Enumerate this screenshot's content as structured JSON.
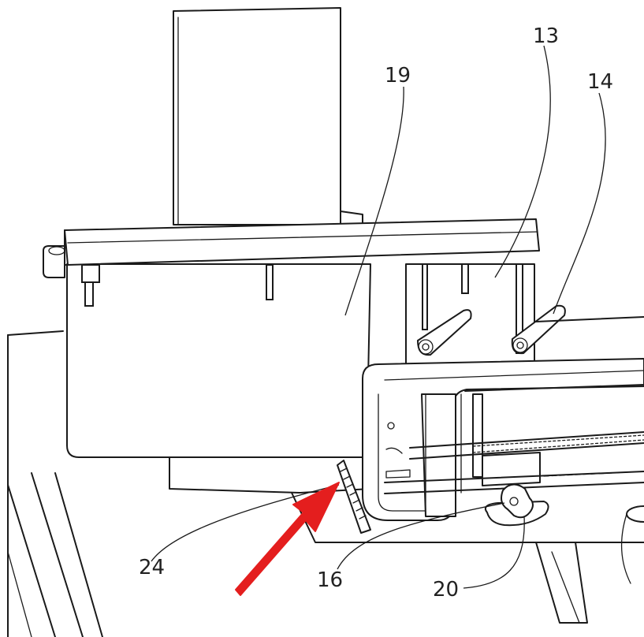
{
  "labels": {
    "l13": "13",
    "l14": "14",
    "l16": "16",
    "l19": "19",
    "l20": "20",
    "l24": "24"
  },
  "colors": {
    "line": "#1a1a1a",
    "arrow": "#e41e1e",
    "background": "#ffffff"
  }
}
